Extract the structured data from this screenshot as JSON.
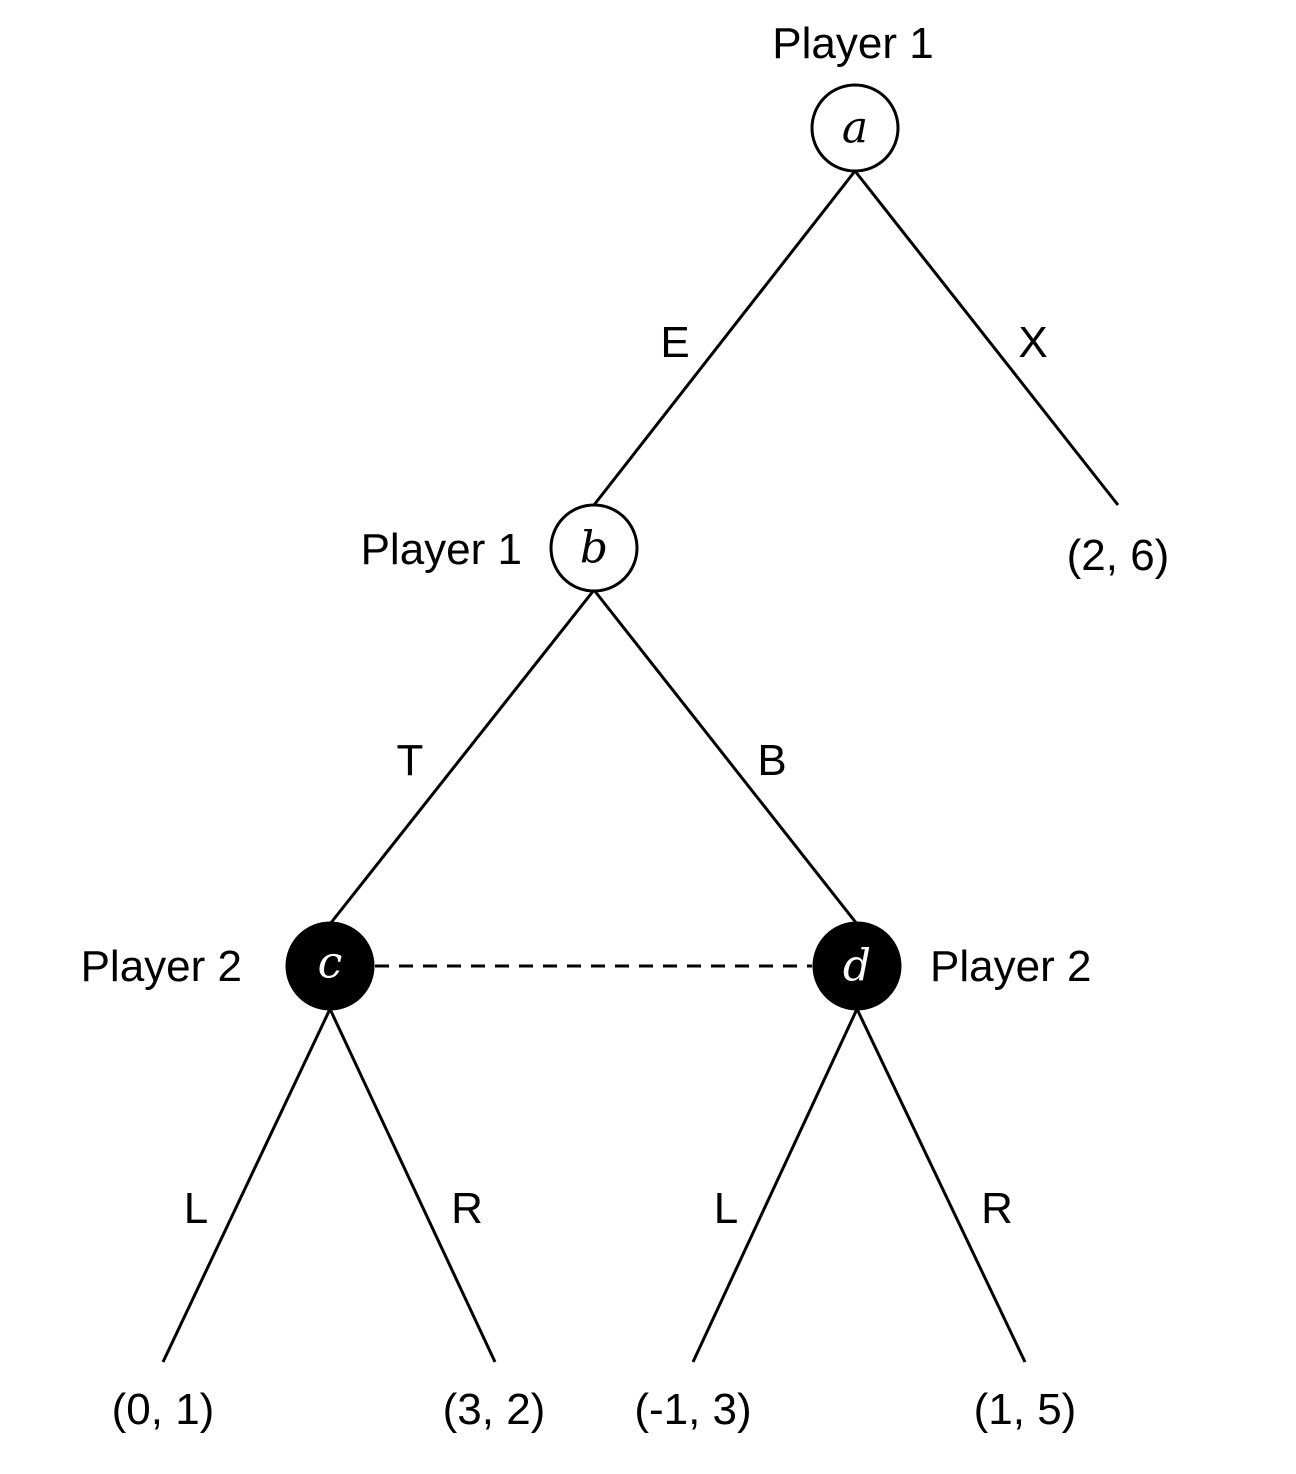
{
  "nodes": {
    "a": {
      "letter": "a",
      "player": "Player 1"
    },
    "b": {
      "letter": "b",
      "player": "Player 1"
    },
    "c": {
      "letter": "c",
      "player": "Player 2"
    },
    "d": {
      "letter": "d",
      "player": "Player 2"
    }
  },
  "actions": {
    "a_left": "E",
    "a_right": "X",
    "b_left": "T",
    "b_right": "B",
    "c_left": "L",
    "c_right": "R",
    "d_left": "L",
    "d_right": "R"
  },
  "payoffs": {
    "x": "(2, 6)",
    "cl": "(0, 1)",
    "cr": "(3, 2)",
    "dl": "(-1, 3)",
    "dr": "(1, 5)"
  },
  "colors": {
    "line": "#000000",
    "decision_node_p1": "#ffffff",
    "decision_node_p2": "#000000"
  }
}
